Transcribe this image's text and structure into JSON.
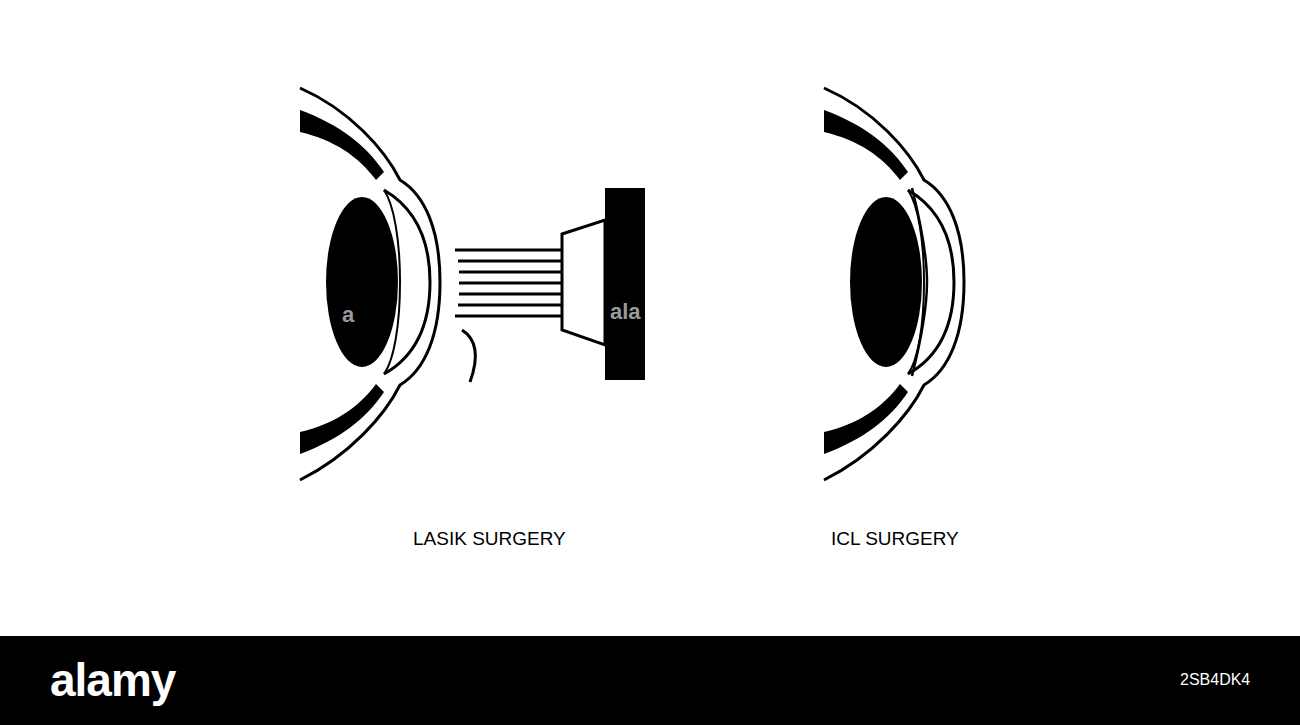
{
  "diagram": {
    "labels": [
      "LASIK SURGERY",
      "ICL SURGERY",
      "a",
      "ala",
      "alamy",
      "2SB4DK4"
    ]
  }
}
